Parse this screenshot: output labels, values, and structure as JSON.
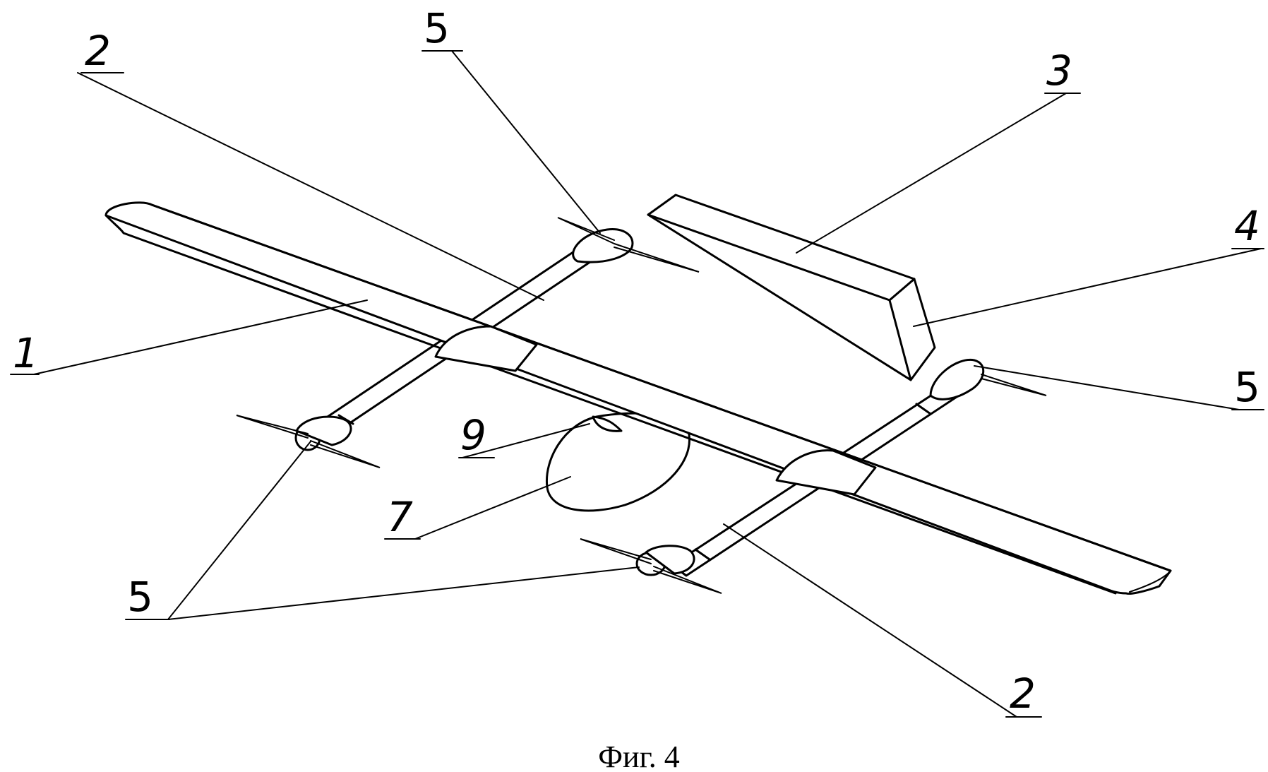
{
  "figure": {
    "caption": "Фиг. 4",
    "labels": [
      {
        "id": "wing",
        "text": "1"
      },
      {
        "id": "boom-left",
        "text": "2"
      },
      {
        "id": "boom-right",
        "text": "2"
      },
      {
        "id": "tail-stabilizer",
        "text": "3"
      },
      {
        "id": "tail-fin",
        "text": "4"
      },
      {
        "id": "rotor-top",
        "text": "5"
      },
      {
        "id": "rotor-right",
        "text": "5"
      },
      {
        "id": "rotors-bottom",
        "text": "5"
      },
      {
        "id": "fuselage",
        "text": "7"
      },
      {
        "id": "canopy",
        "text": "9"
      }
    ]
  }
}
